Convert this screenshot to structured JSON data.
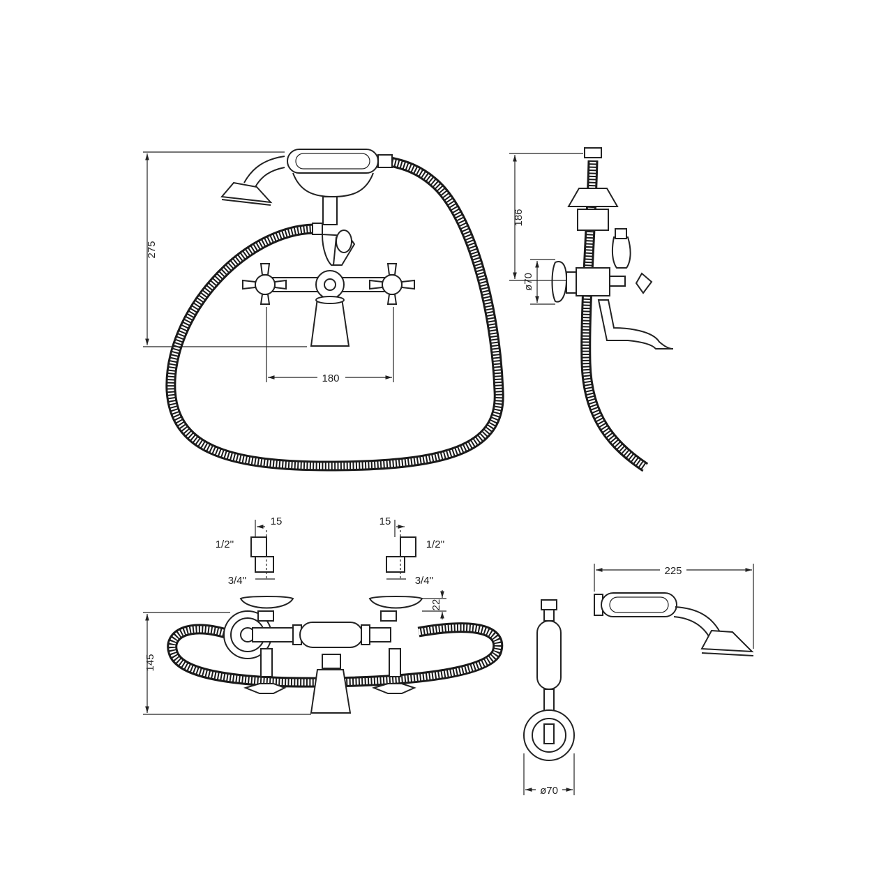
{
  "views": {
    "front": {
      "height_label": "275",
      "spacing_label": "180"
    },
    "side": {
      "height_label": "186",
      "rose_label": "ø70"
    },
    "top": {
      "left_top_label": "15",
      "left_half_label": "1/2''",
      "left_threequarter_label": "3/4''",
      "right_top_label": "15",
      "right_half_label": "1/2''",
      "right_threequarter_label": "3/4''",
      "clearance_label": "22",
      "height_label": "145"
    },
    "cradle": {
      "diameter_label": "ø70"
    },
    "handset": {
      "length_label": "225"
    }
  }
}
